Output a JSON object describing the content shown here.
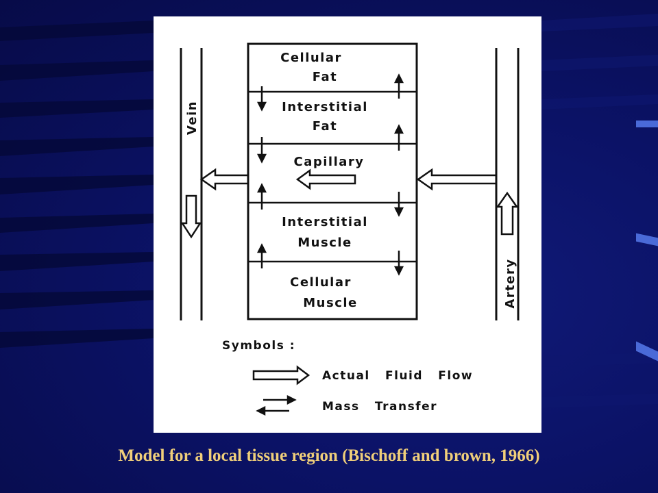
{
  "diagram": {
    "compartments": [
      {
        "line1": "Cellular",
        "line2": "Fat"
      },
      {
        "line1": "Interstitial",
        "line2": "Fat"
      },
      {
        "line1": "Capillary",
        "line2": ""
      },
      {
        "line1": "Interstitial",
        "line2": "Muscle"
      },
      {
        "line1": "Cellular",
        "line2": "Muscle"
      }
    ],
    "vein_label": "Vein",
    "artery_label": "Artery",
    "legend": {
      "title": "Symbols :",
      "fluid_flow": "Actual   Fluid   Flow",
      "mass_transfer": "Mass   Transfer"
    }
  },
  "caption": "Model for a local tissue region (Bischoff and brown, 1966)",
  "colors": {
    "background": "#0b1266",
    "panel": "#ffffff",
    "caption": "#f0cf7a",
    "decoration": "#4a6ad8"
  }
}
